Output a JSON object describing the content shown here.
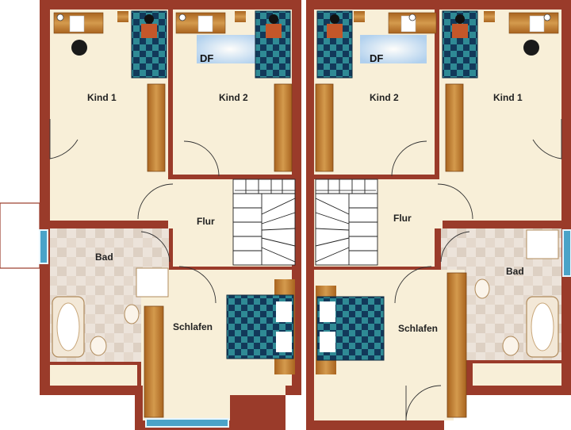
{
  "left_unit": {
    "rooms": {
      "kind1": "Kind 1",
      "kind2": "Kind 2",
      "flur": "Flur",
      "bad": "Bad",
      "schlafen": "Schlafen",
      "dachfenster": "DF"
    }
  },
  "right_unit": {
    "rooms": {
      "kind2": "Kind 2",
      "kind1": "Kind 1",
      "flur": "Flur",
      "bad": "Bad",
      "schlafen": "Schlafen",
      "dachfenster": "DF"
    }
  },
  "colors": {
    "wall": "#9a3b2a",
    "floor": "#f8efd8",
    "tile_light": "#ece3da",
    "tile_dark": "#dfd2c5",
    "wood": "#c07a2c",
    "bed_navy": "#12395a",
    "bed_teal": "#2f8a95",
    "window": "#4aa3c8"
  }
}
